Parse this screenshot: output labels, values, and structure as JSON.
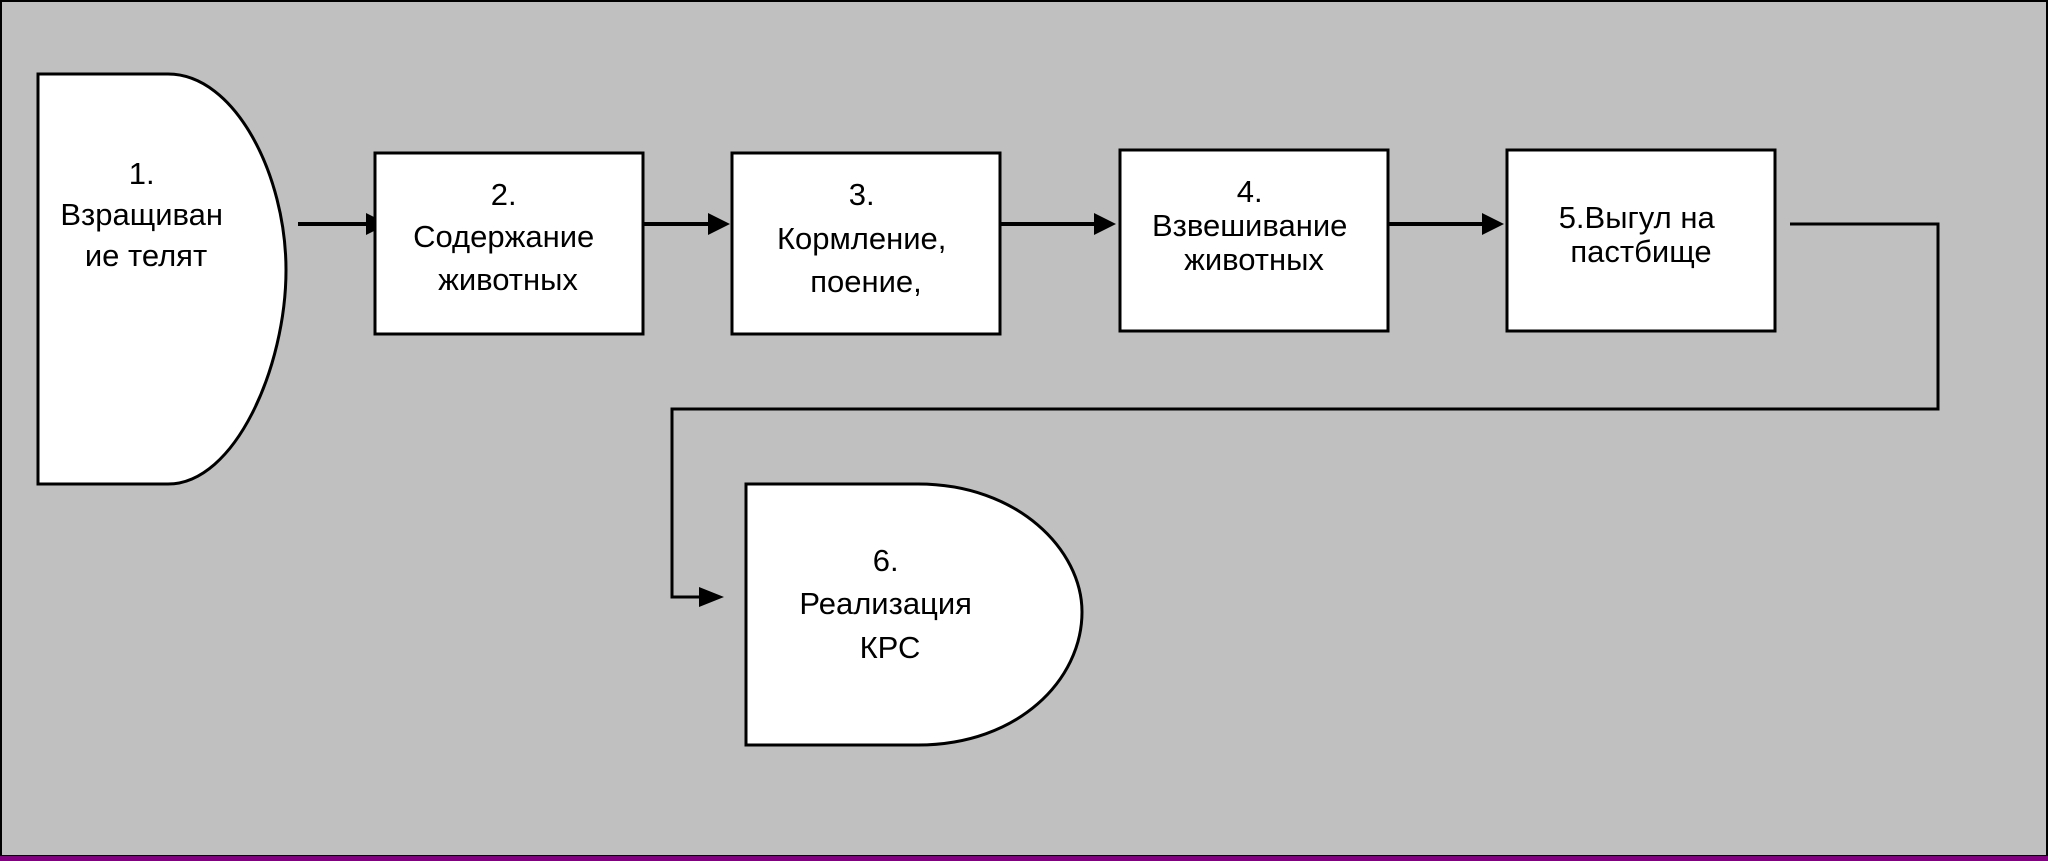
{
  "colors": {
    "background": "#c0c0c0",
    "node_fill": "#ffffff",
    "stroke": "#000000",
    "bottom_border": "#800080"
  },
  "nodes": [
    {
      "id": "n1",
      "shape": "delay",
      "lines": [
        "1.",
        "Взращиван",
        "ие телят"
      ]
    },
    {
      "id": "n2",
      "shape": "rectangle",
      "lines": [
        "2.",
        "Содержание",
        "животных"
      ]
    },
    {
      "id": "n3",
      "shape": "rectangle",
      "lines": [
        "3.",
        "Кормление,",
        "поение,"
      ]
    },
    {
      "id": "n4",
      "shape": "rectangle",
      "lines": [
        "4.",
        "Взвешивание",
        "животных"
      ]
    },
    {
      "id": "n5",
      "shape": "rectangle",
      "lines": [
        "5.Выгул на",
        "пастбище"
      ]
    },
    {
      "id": "n6",
      "shape": "delay",
      "lines": [
        "6.",
        "Реализация",
        "КРС"
      ]
    }
  ],
  "edges": [
    {
      "from": "n1",
      "to": "n2"
    },
    {
      "from": "n2",
      "to": "n3"
    },
    {
      "from": "n3",
      "to": "n4"
    },
    {
      "from": "n4",
      "to": "n5"
    },
    {
      "from": "n5",
      "to": "n6"
    }
  ]
}
